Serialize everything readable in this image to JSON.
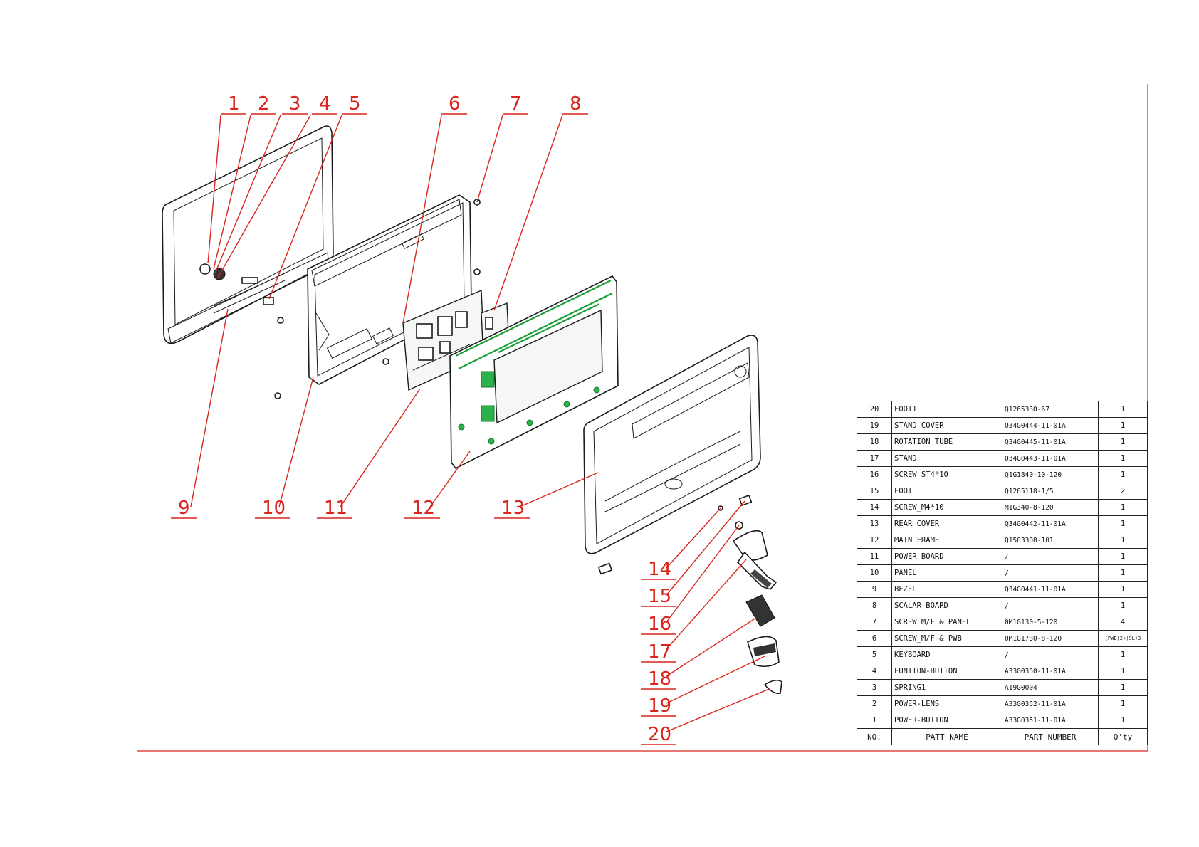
{
  "callouts": [
    "1",
    "2",
    "3",
    "4",
    "5",
    "6",
    "7",
    "8",
    "9",
    "10",
    "11",
    "12",
    "13",
    "14",
    "15",
    "16",
    "17",
    "18",
    "19",
    "20"
  ],
  "colors": {
    "callout": "#d9251c",
    "pcb_green": "#2db14b",
    "line": "#1a1a1a"
  },
  "bom": {
    "header": {
      "no": "NO.",
      "name": "PATT NAME",
      "number": "PART NUMBER",
      "qty": "Q'ty"
    },
    "rows": [
      {
        "no": "20",
        "name": "FOOT1",
        "number": "Q1265330-67",
        "qty": "1"
      },
      {
        "no": "19",
        "name": "STAND COVER",
        "number": "Q34G0444-11-01A",
        "qty": "1"
      },
      {
        "no": "18",
        "name": "ROTATION TUBE",
        "number": "Q34G0445-11-01A",
        "qty": "1"
      },
      {
        "no": "17",
        "name": "STAND",
        "number": "Q34G0443-11-01A",
        "qty": "1"
      },
      {
        "no": "16",
        "name": "SCREW ST4*10",
        "number": "Q1G1840-10-120",
        "qty": "1"
      },
      {
        "no": "15",
        "name": "FOOT",
        "number": "Q1265118-1/5",
        "qty": "2"
      },
      {
        "no": "14",
        "name": "SCREW_M4*10",
        "number": "M1G340-8-120",
        "qty": "1"
      },
      {
        "no": "13",
        "name": "REAR COVER",
        "number": "Q34G0442-11-01A",
        "qty": "1"
      },
      {
        "no": "12",
        "name": "MAIN FRAME",
        "number": "Q1503308-101",
        "qty": "1"
      },
      {
        "no": "11",
        "name": "POWER BOARD",
        "number": "/",
        "qty": "1"
      },
      {
        "no": "10",
        "name": "PANEL",
        "number": "/",
        "qty": "1"
      },
      {
        "no": "9",
        "name": "BEZEL",
        "number": "Q34G0441-11-01A",
        "qty": "1"
      },
      {
        "no": "8",
        "name": "SCALAR BOARD",
        "number": "/",
        "qty": "1"
      },
      {
        "no": "7",
        "name": "SCREW_M/F & PANEL",
        "number": "0M1G130-5-120",
        "qty": "4"
      },
      {
        "no": "6",
        "name": "SCREW_M/F & PWB",
        "number": "0M1G1730-8-120",
        "qty": "(PWB)2+(SL)3"
      },
      {
        "no": "5",
        "name": "KEYBOARD",
        "number": "/",
        "qty": "1"
      },
      {
        "no": "4",
        "name": "FUNTION-BUTTON",
        "number": "A33G0350-11-01A",
        "qty": "1"
      },
      {
        "no": "3",
        "name": "SPRING1",
        "number": "A19G0004",
        "qty": "1"
      },
      {
        "no": "2",
        "name": "POWER-LENS",
        "number": "A33G0352-11-01A",
        "qty": "1"
      },
      {
        "no": "1",
        "name": "POWER-BUTTON",
        "number": "A33G0351-11-01A",
        "qty": "1"
      }
    ]
  }
}
